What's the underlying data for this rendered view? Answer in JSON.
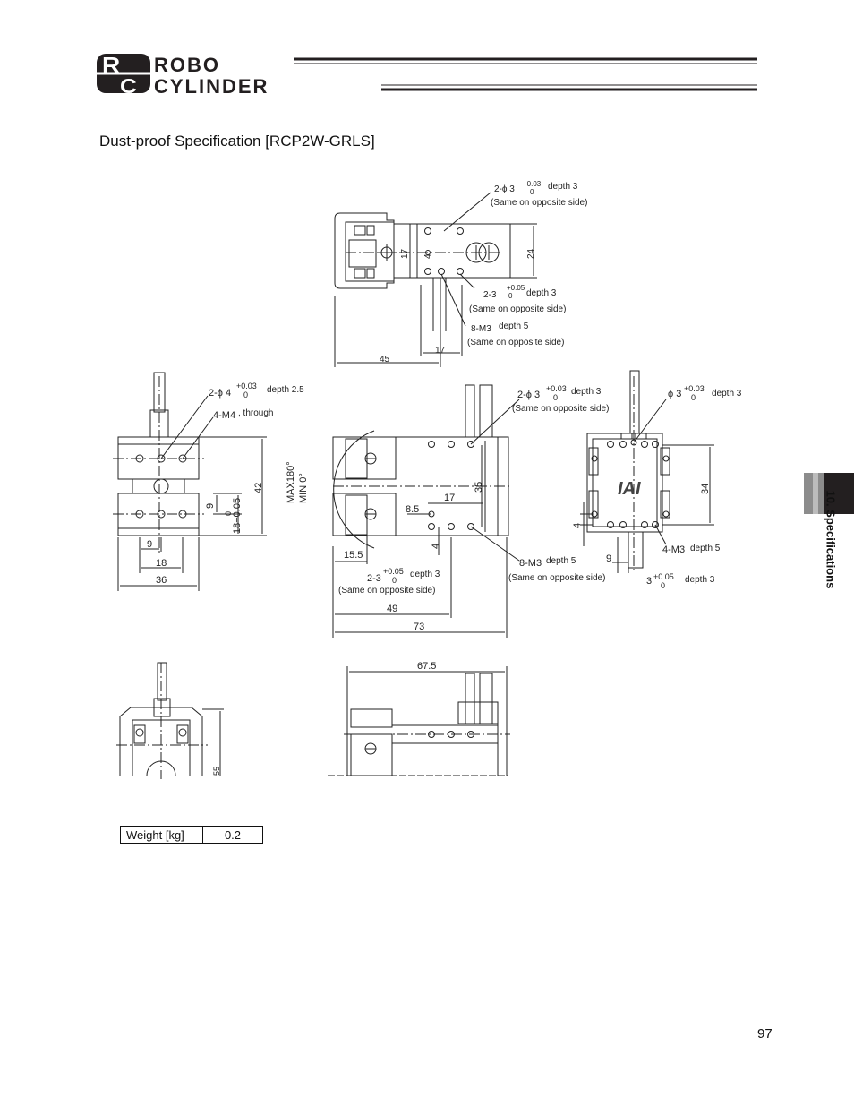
{
  "header": {
    "logo_letters": "RC",
    "logo_line1": "ROBO",
    "logo_line2": "CYLINDER"
  },
  "title": "Dust-proof Specification [RCP2W-GRLS]",
  "side_tab": {
    "label": "10. Specifications"
  },
  "drawing": {
    "top_view": {
      "note_pin_hole": "2-ϕ 3",
      "note_pin_tol": "+0.03",
      "note_pin_tol_low": "0",
      "note_pin_depth": "depth 3",
      "note_same1": "(Same on opposite side)",
      "note_slot": "2-3",
      "note_slot_tol": "+0.05",
      "note_slot_tol_low": "0",
      "note_slot_depth": "depth 3",
      "note_same2": "(Same on opposite side)",
      "note_tap": "8-M3",
      "note_tap_depth": "depth 5",
      "note_same3": "(Same on opposite side)",
      "dim_17v": "17",
      "dim_4v": "4",
      "dim_24": "24",
      "dim_17h": "17",
      "dim_45": "45"
    },
    "front_view": {
      "note_hole": "2-ϕ 4",
      "note_hole_tol": "+0.03",
      "note_hole_tol_low": "0",
      "note_hole_depth": "depth 2.5",
      "note_m4": "4-M4",
      "note_through": ", through",
      "dim_42": "42",
      "dim_9v": "9",
      "dim_18tol": "18−0.05",
      "dim_18tol_top": "0",
      "dim_9": "9",
      "dim_18": "18",
      "dim_36": "36"
    },
    "center_view": {
      "note_hole": "2-ϕ 3",
      "note_hole_tol": "+0.03",
      "note_hole_tol_low": "0",
      "note_hole_depth": "depth 3",
      "note_same1": "(Same on opposite side)",
      "angle_max": "MAX180°",
      "angle_min": "MIN 0°",
      "dim_35": "35",
      "dim_17": "17",
      "dim_8_5": "8.5",
      "dim_4": "4",
      "dim_15_5": "15.5",
      "note_slot": "2-3",
      "note_slot_tol": "+0.05",
      "note_slot_tol_low": "0",
      "note_slot_depth": "depth 3",
      "note_same2": "(Same on opposite side)",
      "note_tap": "8-M3",
      "note_tap_depth": "depth 5",
      "note_same3": "(Same on opposite side)",
      "dim_49": "49",
      "dim_73": "73"
    },
    "right_view": {
      "note_hole": "ϕ 3",
      "note_hole_tol": "+0.03",
      "note_hole_tol_low": "0",
      "note_hole_depth": "depth 3",
      "dim_34": "34",
      "dim_4": "4",
      "note_m3": "4-M3",
      "note_m3_depth": "depth 5",
      "dim_9": "9",
      "note_slot": "3",
      "note_slot_tol": "+0.05",
      "note_slot_tol_low": "0",
      "note_slot_depth": "depth 3",
      "logo_text": "IAI"
    },
    "bottom_left_view": {
      "dim_55": "55"
    },
    "bottom_right_view": {
      "dim_67_5": "67.5"
    }
  },
  "weight": {
    "label": "Weight [kg]",
    "value": "0.2"
  },
  "page_number": "97"
}
